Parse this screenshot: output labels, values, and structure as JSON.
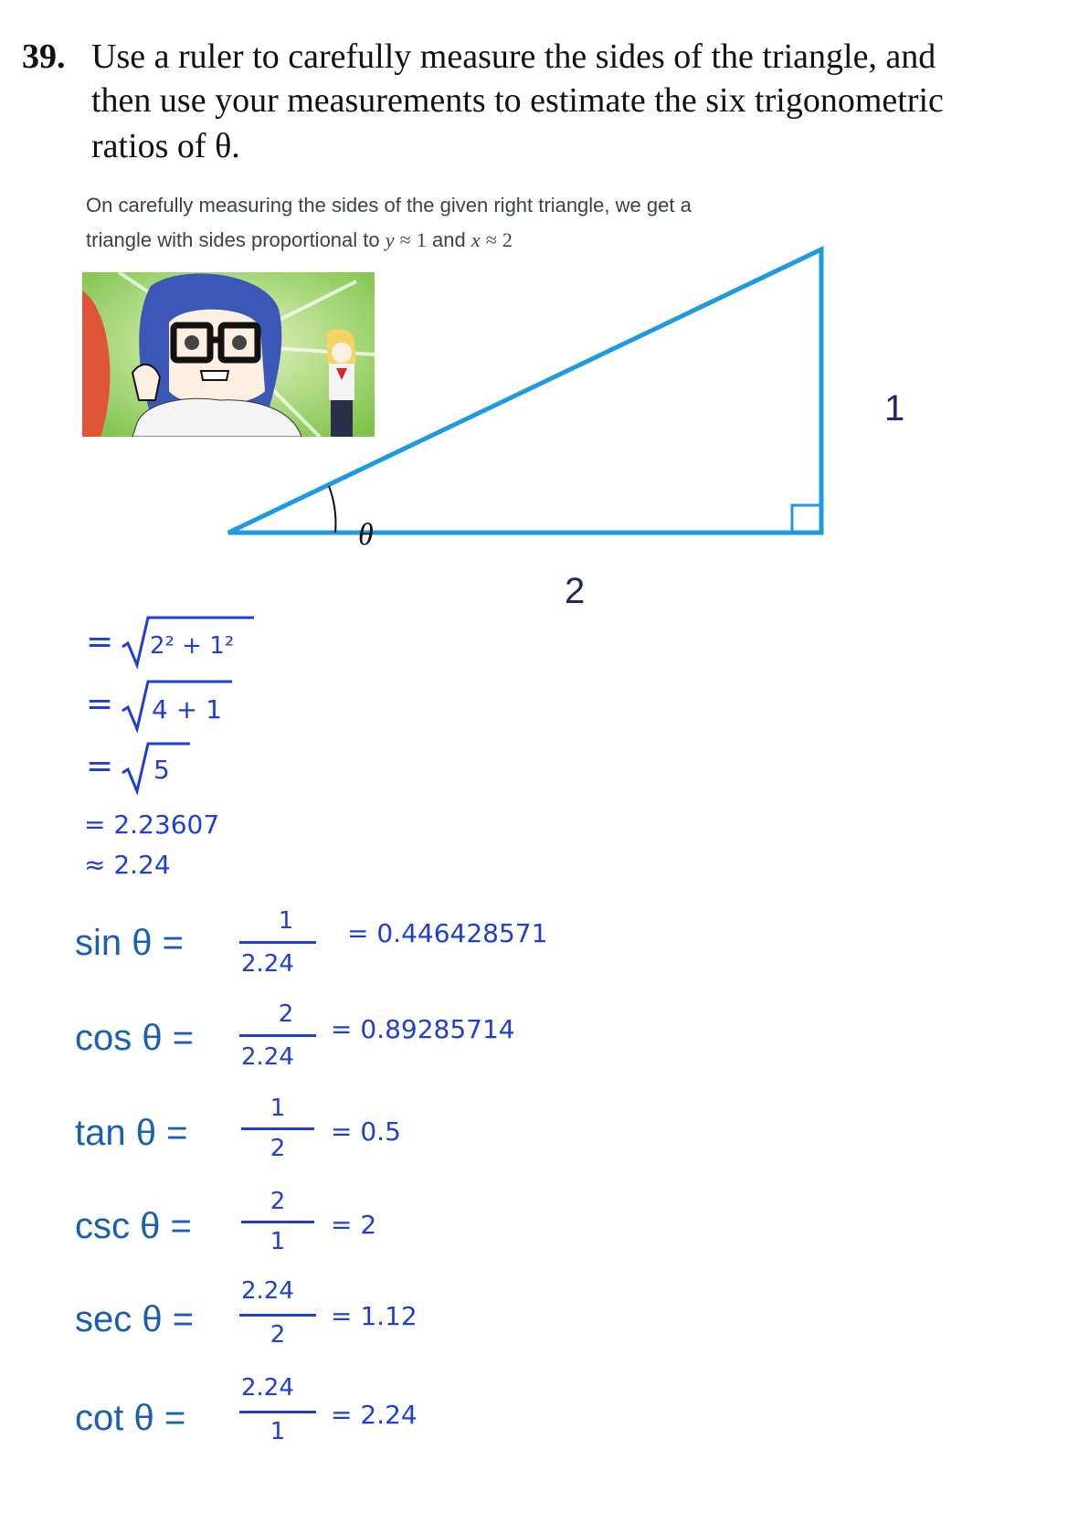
{
  "problem": {
    "number": "39.",
    "lines": [
      "Use a ruler to carefully measure the sides of the triangle, and",
      "then use your measurements to estimate the six trigonometric",
      "ratios of θ."
    ]
  },
  "solution_text": {
    "line1": "On carefully measuring the sides of the given right triangle, we get a",
    "line2_prefix": "triangle with sides proportional to",
    "y_var": "y",
    "approx": "≈",
    "y_val": "1",
    "and_word": "and",
    "x_var": "x",
    "x_val": "2"
  },
  "triangle": {
    "angle_label": "θ",
    "vertical_side": "1",
    "horizontal_side": "2",
    "color": "#1e9be0"
  },
  "hypotenuse_work": {
    "eq1_sign": "=",
    "eq1_rad": "2² + 1²",
    "eq2_sign": "=",
    "eq2_rad": "4 + 1",
    "eq3_sign": "=",
    "eq3_rad": "5",
    "eq4": "= 2.23607",
    "eq5": "≈ 2.24"
  },
  "ratios": [
    {
      "label": "sin θ =",
      "num": "1",
      "den": "2.24",
      "result": "= 0.446428571"
    },
    {
      "label": "cos θ =",
      "num": "2",
      "den": "2.24",
      "result": "= 0.89285714"
    },
    {
      "label": "tan θ =",
      "num": "1",
      "den": "2",
      "result": "= 0.5"
    },
    {
      "label": "csc θ =",
      "num": "2",
      "den": "1",
      "result": "= 2"
    },
    {
      "label": "sec θ =",
      "num": "2.24",
      "den": "2",
      "result": "= 1.12"
    },
    {
      "label": "cot θ =",
      "num": "2.24",
      "den": "1",
      "result": "= 2.24"
    }
  ],
  "colors": {
    "handwriting": "#1d3fd8",
    "label_blue": "#1a5fb4",
    "triangle": "#1e9be0"
  }
}
